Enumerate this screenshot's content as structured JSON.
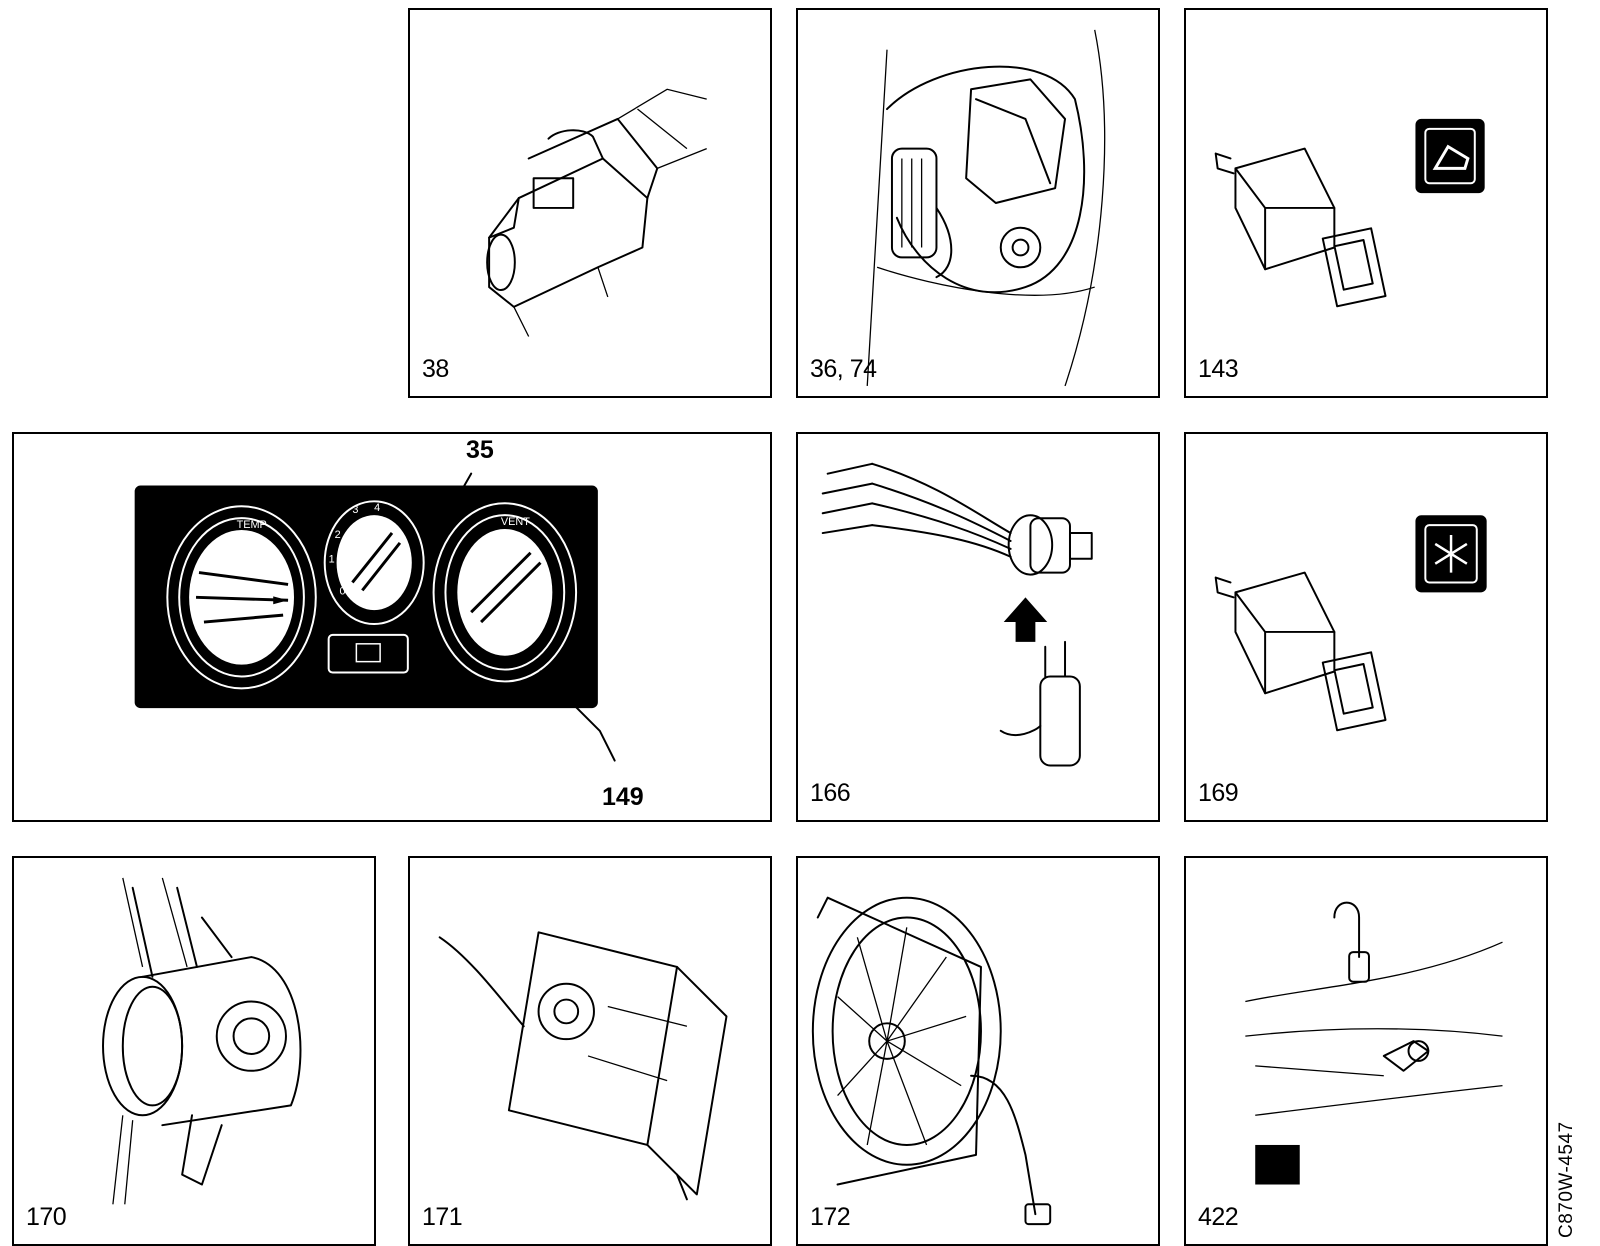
{
  "panels": {
    "p38": {
      "label": "38"
    },
    "p36": {
      "label": "36, 74"
    },
    "p143": {
      "label": "143"
    },
    "p149": {
      "label": "149",
      "callout_top": "35",
      "dial_left_text": "TEMP",
      "dial_right_text": "VENT"
    },
    "p166": {
      "label": "166"
    },
    "p169": {
      "label": "169"
    },
    "p170": {
      "label": "170"
    },
    "p171": {
      "label": "171"
    },
    "p172": {
      "label": "172"
    },
    "p422": {
      "label": "422"
    }
  },
  "figure_code": "C870W-4547"
}
